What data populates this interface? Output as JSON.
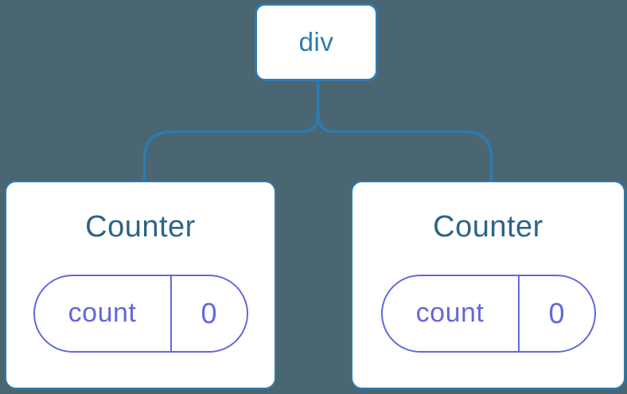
{
  "diagram": {
    "type": "react-component-tree",
    "colors": {
      "background": "#4A6672",
      "node_border_blue": "#2E7BB1",
      "node_fill": "#FFFFFF",
      "title_blue": "#2D6485",
      "state_purple": "#6268DC"
    },
    "root": {
      "label": "div"
    },
    "children": [
      {
        "title": "Counter",
        "state": {
          "key": "count",
          "value": "0"
        }
      },
      {
        "title": "Counter",
        "state": {
          "key": "count",
          "value": "0"
        }
      }
    ]
  }
}
